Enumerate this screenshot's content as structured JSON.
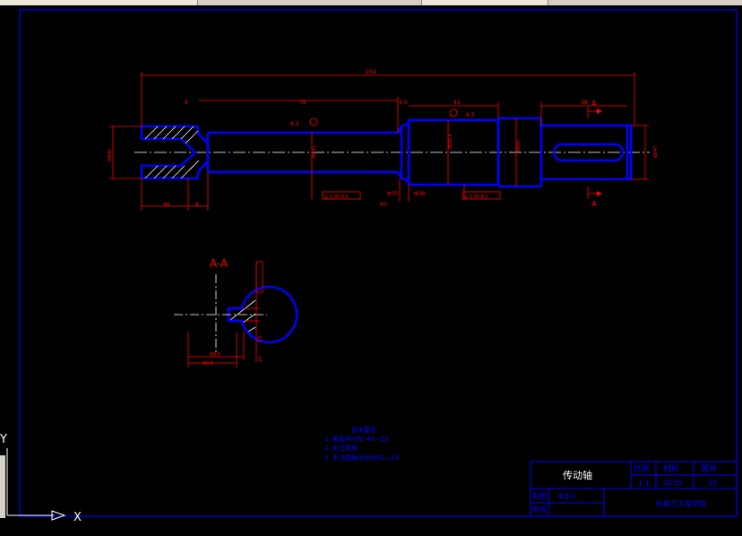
{
  "drawing": {
    "section_label": "A-A",
    "dim_overall": "254",
    "dim_left_small": "6",
    "dim_mid": "78",
    "dim_groove": "4.5",
    "dim_41": "41",
    "dim_38": "38",
    "dim_fork_width": "46",
    "dim_fork_3": "8",
    "dim_fork_dia": "Φ846",
    "dim_d1": "Φ847",
    "dim_d2": "Φ85",
    "dim_d3": "Φ8418",
    "dim_d4": "Φ845",
    "dim_d5": "Φ847",
    "r_label": "R3",
    "dim_035": "Φ35",
    "dim_38b": "Φ38",
    "rough_1": "6.3",
    "rough_2": "6.3",
    "tol_1": "◎ 0.03 B-C",
    "tol_2": "◎ 0.03 B-C",
    "sect_dim_1": "Φ8.8",
    "sect_dim_2": "Φ8.8",
    "sect_dim_side": "0.5",
    "sect_dim_bottom": "20",
    "section_mark": "A",
    "notes_title": "技术要求",
    "notes": [
      "1. 表面淬HRC 48—53",
      "2. 未注倒角",
      "3. 未注圆角半径为R2—R3"
    ]
  },
  "title_block": {
    "part_name": "传动轴",
    "scale_label": "比例",
    "material_label": "材料",
    "drawing_no_label": "图号",
    "scale_value": "1:1",
    "material_value": "Q235",
    "drawing_no_value": "03",
    "drawn_label": "制图",
    "drawn_by": "李金川",
    "checked_label": "审核",
    "company": "机电工工程学院"
  },
  "ucs": {
    "x_label": "X",
    "y_label": "Y"
  }
}
